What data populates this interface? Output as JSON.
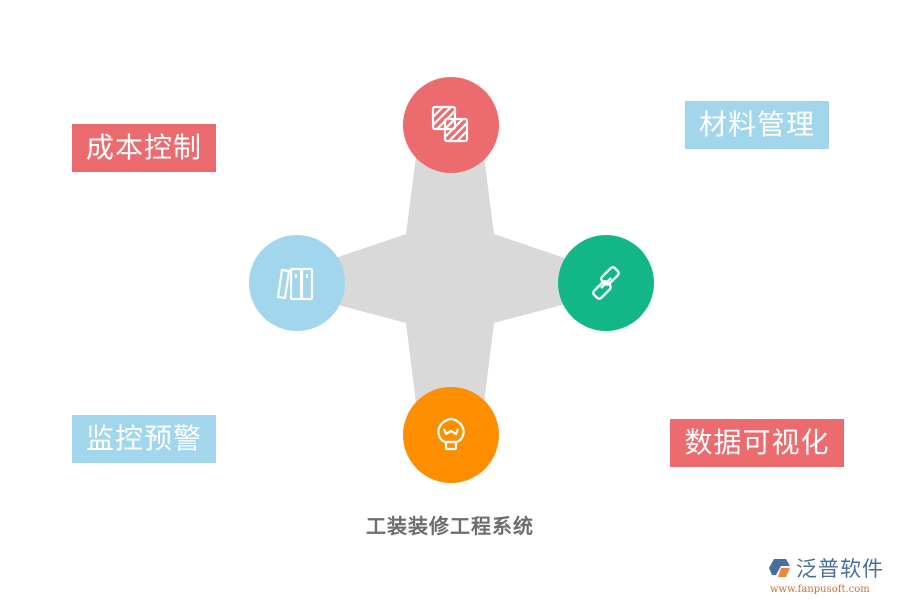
{
  "diagram": {
    "title": "工装装修工程系统",
    "center_shape": {
      "type": "four-point-star",
      "color": "#d9d9d9"
    },
    "nodes": [
      {
        "position": "top",
        "icon": "hatched-squares-icon",
        "color": "#ec6b6e"
      },
      {
        "position": "left",
        "icon": "books-icon",
        "color": "#a1d6ec"
      },
      {
        "position": "right",
        "icon": "link-chain-icon",
        "color": "#13b787"
      },
      {
        "position": "bottom",
        "icon": "lightbulb-icon",
        "color": "#fc8e00"
      }
    ],
    "labels": [
      {
        "text": "成本控制",
        "position": "top-left",
        "color": "#ec6b6e"
      },
      {
        "text": "材料管理",
        "position": "top-right",
        "color": "#a1d6ec"
      },
      {
        "text": "监控预警",
        "position": "bottom-left",
        "color": "#a1d6ec"
      },
      {
        "text": "数据可视化",
        "position": "bottom-right",
        "color": "#ec6b6e"
      }
    ]
  },
  "watermark": {
    "name": "泛普软件",
    "url": "www.fanpusoft.com"
  }
}
